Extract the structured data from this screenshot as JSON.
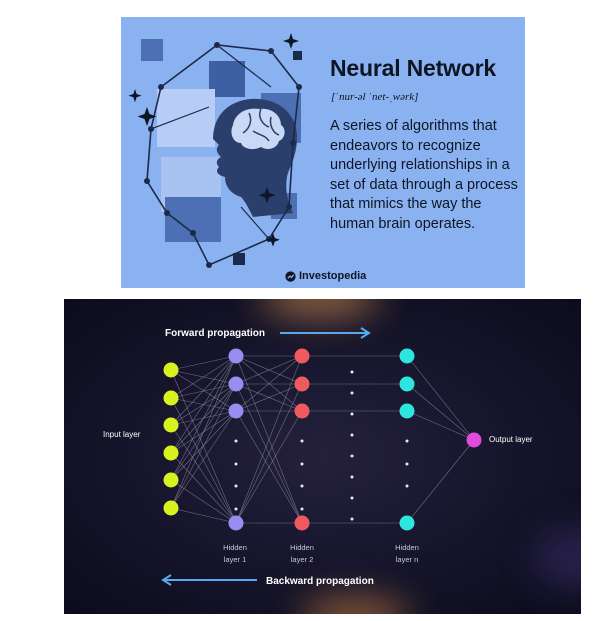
{
  "card": {
    "title": "Neural Network",
    "phonetic": "[ˈnur-əl ˈnet-ˌwərk]",
    "description": "A series of algorithms that endeavors to recognize underlying relationships in a set of data through a process that mimics the way the human brain operates.",
    "brand": "Investopedia",
    "colors": {
      "background": "#8ab2f0",
      "squares": "#4d6fb3",
      "dark": "#1b2a4a",
      "text": "#0e1524"
    }
  },
  "diagram": {
    "forward_label": "Forward propagation",
    "backward_label": "Backward propagation",
    "input_label": "Input layer",
    "output_label": "Output layer",
    "hidden_1": [
      "Hidden",
      "layer 1"
    ],
    "hidden_2": [
      "Hidden",
      "layer 2"
    ],
    "hidden_n": [
      "Hidden",
      "layer n"
    ],
    "colors": {
      "input": "#d7f21f",
      "hidden_1": "#9b8cf0",
      "hidden_2": "#ef5a5f",
      "hidden_n": "#2ee6e0",
      "output": "#e04bdc",
      "arrow": "#5aa7f0",
      "edge": "#8a8a9e"
    }
  }
}
